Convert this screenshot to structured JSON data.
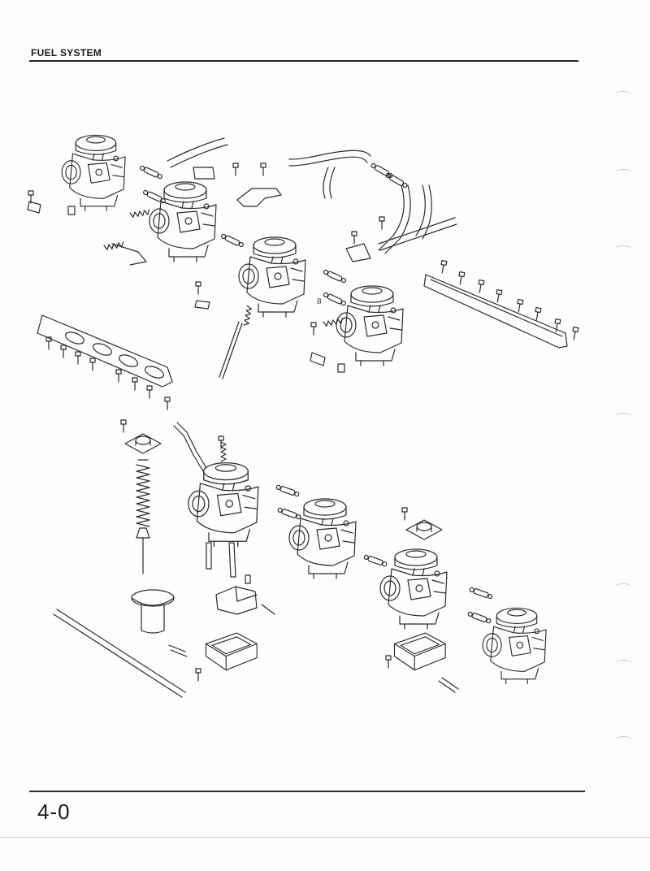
{
  "header": {
    "section_title": "FUEL SYSTEM"
  },
  "footer": {
    "page_number": "4-0"
  },
  "illustration": {
    "callout_label": "8"
  }
}
